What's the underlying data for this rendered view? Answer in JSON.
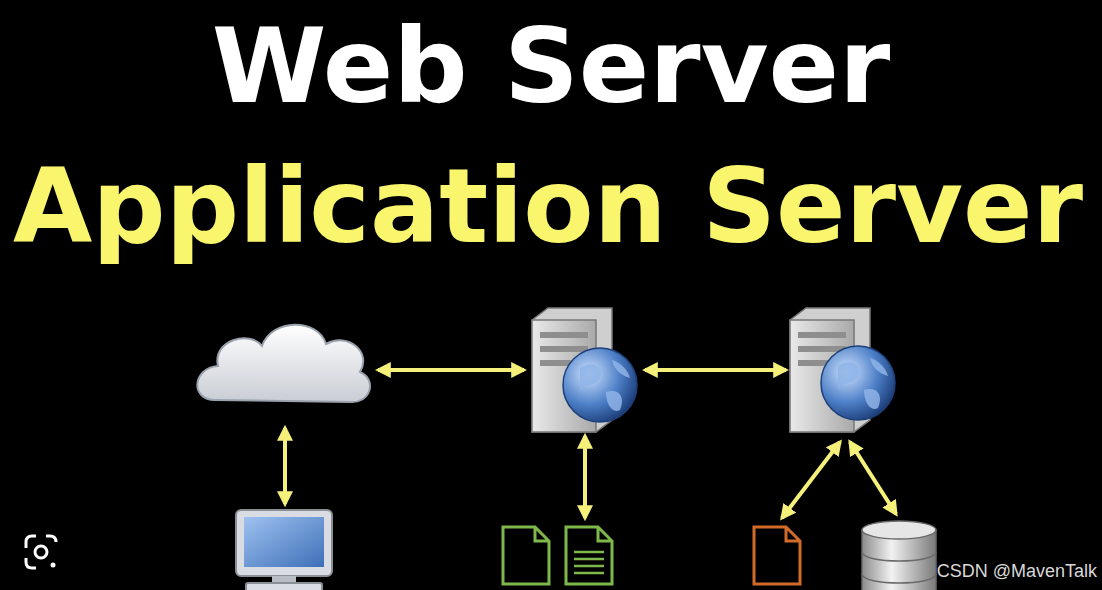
{
  "diagram": {
    "title": "Web Server",
    "labels": [
      "Application Server",
      "CSDN @MavenTalk"
    ]
  }
}
